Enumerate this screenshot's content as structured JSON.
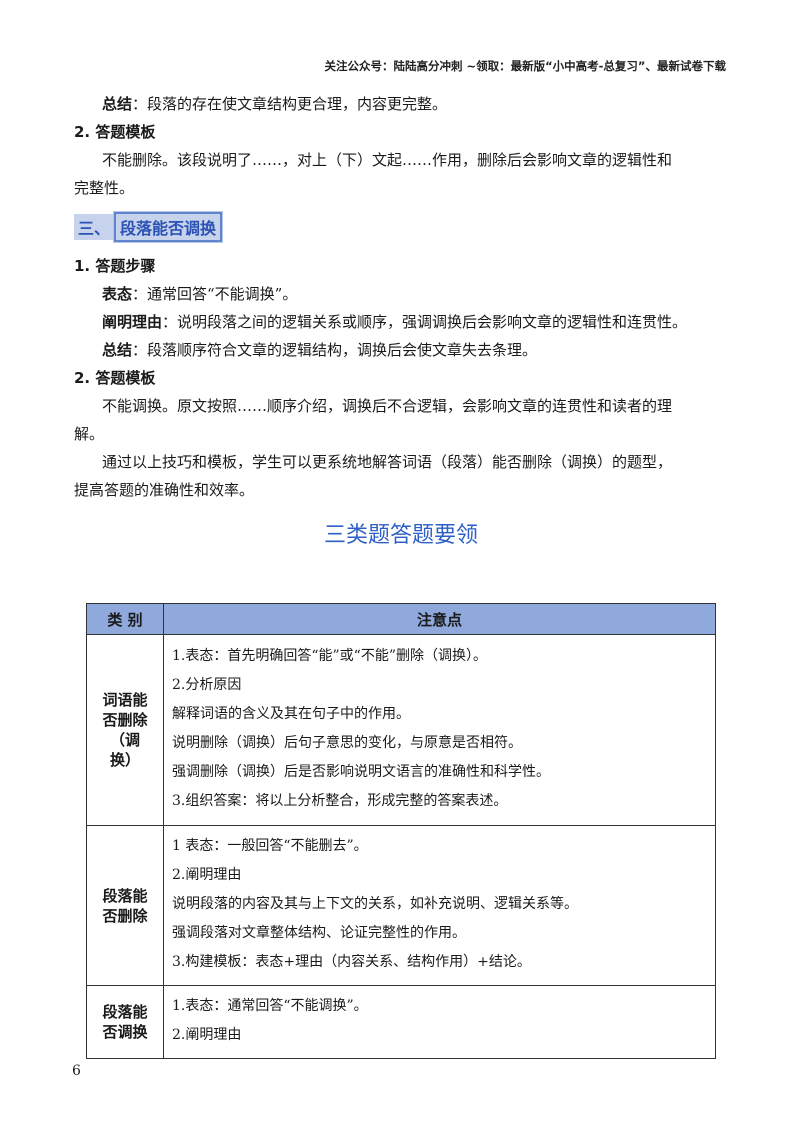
{
  "header": {
    "text": "关注公众号：陆陆高分冲刺  ~领取：最新版“小中高考-总复习”、最新试卷下载"
  },
  "top": {
    "summary_label": "总结",
    "summary_text": "：段落的存在使文章结构更合理，内容更完整。",
    "template_heading": "2. 答题模板",
    "template_line1": "不能删除。该段说明了……，对上（下）文起……作用，删除后会影响文章的逻辑性和",
    "template_line2": "完整性。"
  },
  "section": {
    "number": "三、",
    "title": "段落能否调换"
  },
  "steps": {
    "heading": "1. 答题步骤",
    "items": [
      {
        "label": "表态",
        "text": "：通常回答“不能调换”。"
      },
      {
        "label": "阐明理由",
        "text": "：说明段落之间的逻辑关系或顺序，强调调换后会影响文章的逻辑性和连贯性。"
      },
      {
        "label": "总结",
        "text": "：段落顺序符合文章的逻辑结构，调换后会使文章失去条理。"
      }
    ]
  },
  "template2": {
    "heading": "2. 答题模板",
    "line1": "不能调换。原文按照……顺序介绍，调换后不合逻辑，会影响文章的连贯性和读者的理",
    "line2": "解。"
  },
  "conclusion": {
    "line1": "通过以上技巧和模板，学生可以更系统地解答词语（段落）能否删除（调换）的题型，",
    "line2": "提高答题的准确性和效率。"
  },
  "table": {
    "title": "三类题答题要领",
    "col1": "类  别",
    "col2": "注意点",
    "rows": [
      {
        "category": [
          "词语能",
          "否删除",
          "（调",
          "换）"
        ],
        "notes": [
          "1.表态：首先明确回答“能”或“不能”删除（调换）。",
          "2.分析原因",
          "解释词语的含义及其在句子中的作用。",
          "说明删除（调换）后句子意思的变化，与原意是否相符。",
          "强调删除（调换）后是否影响说明文语言的准确性和科学性。",
          "3.组织答案：将以上分析整合，形成完整的答案表述。"
        ]
      },
      {
        "category": [
          "段落能",
          "否删除"
        ],
        "notes": [
          "1 表态：一般回答“不能删去”。",
          "2.阐明理由",
          "说明段落的内容及其与上下文的关系，如补充说明、逻辑关系等。",
          "强调段落对文章整体结构、论证完整性的作用。",
          "3.构建模板：表态+理由（内容关系、结构作用）+结论。"
        ]
      },
      {
        "category": [
          "段落能",
          "否调换"
        ],
        "notes": [
          "1.表态：通常回答“不能调换”。",
          "2.阐明理由"
        ]
      }
    ]
  },
  "page_number": "6"
}
